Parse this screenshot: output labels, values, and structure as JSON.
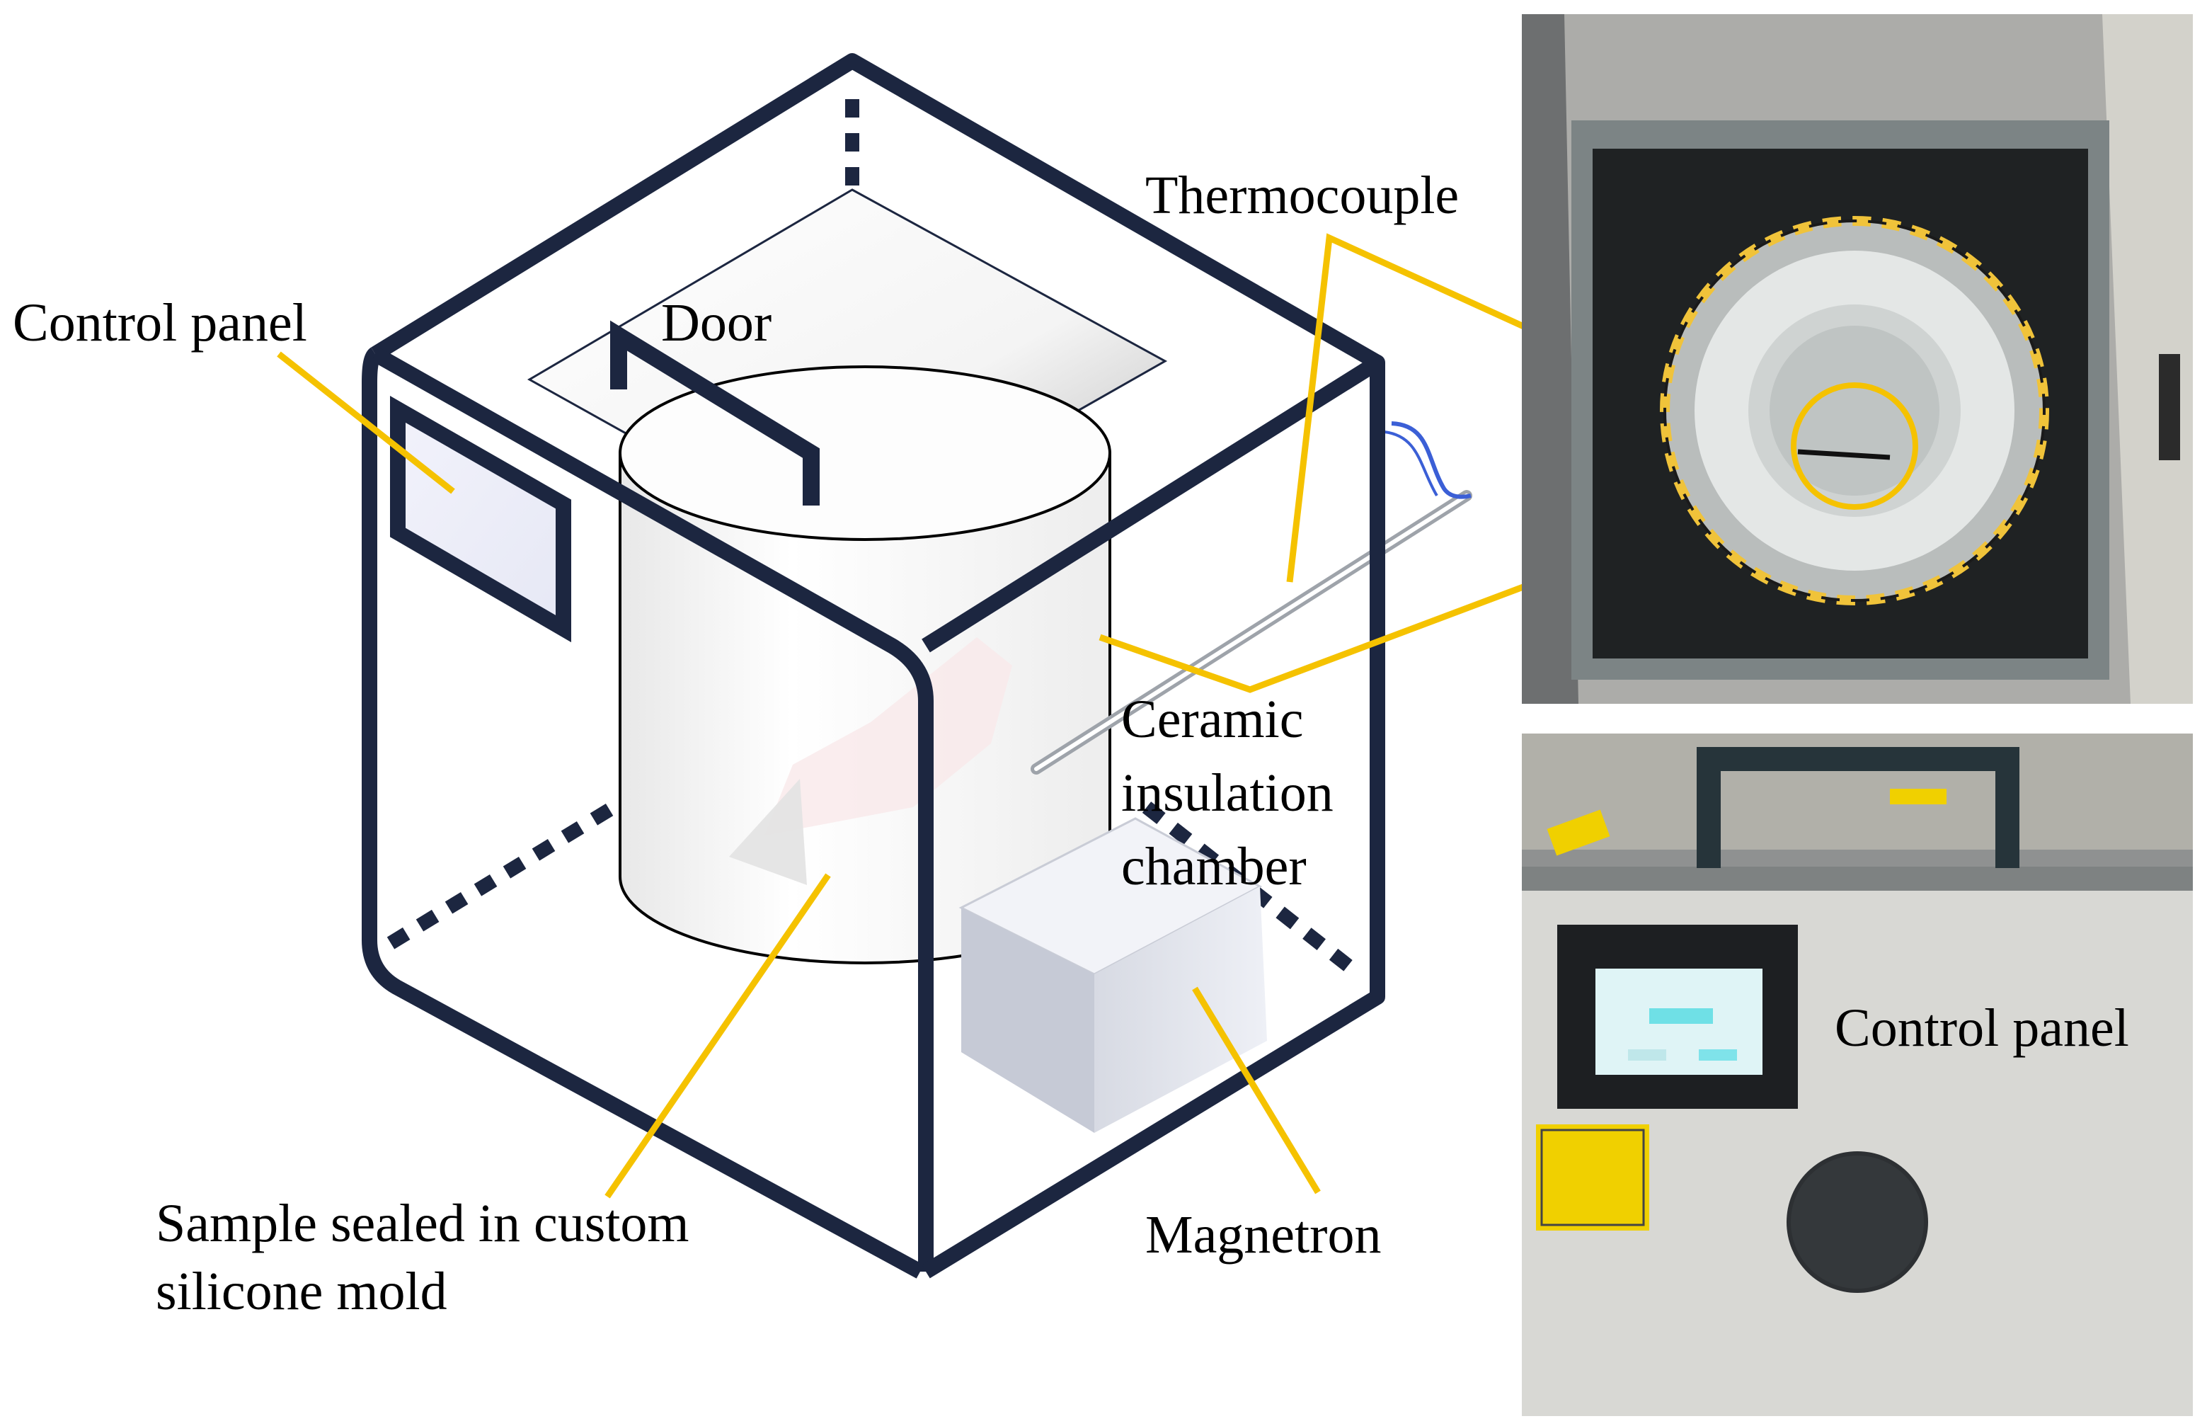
{
  "labels": {
    "control_panel_left": "Control panel",
    "door": "Door",
    "thermocouple": "Thermocouple",
    "ceramic_1": "Ceramic",
    "ceramic_2": "insulation",
    "ceramic_3": "chamber",
    "sample_1": "Sample sealed in custom",
    "sample_2": "silicone mold",
    "magnetron": "Magnetron",
    "control_panel_right": "Control panel"
  },
  "colors": {
    "frame": "#1c2640",
    "leader": "#f5c200",
    "photo_top_bg": "#5a5f62",
    "photo_bottom_bg": "#d9d9d6"
  },
  "icons": {
    "top_photo": "furnace-interior-photo",
    "bottom_photo": "furnace-front-photo"
  }
}
